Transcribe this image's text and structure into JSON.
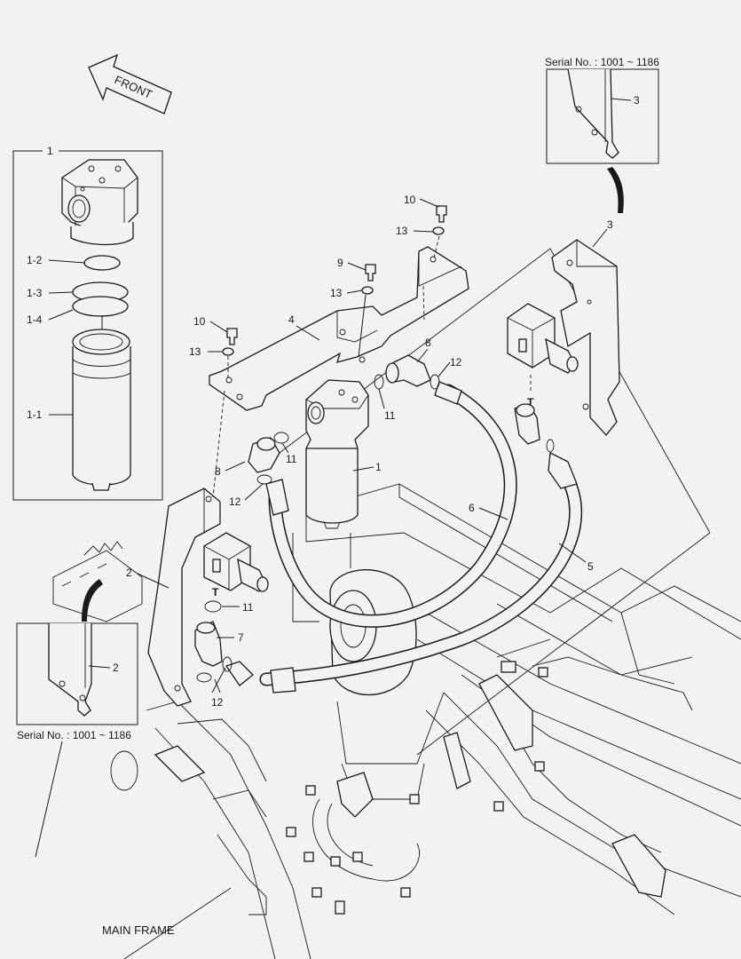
{
  "front_label": "FRONT",
  "main_frame_label": "MAIN FRAME",
  "tank_marks": [
    "T",
    "T"
  ],
  "insets": {
    "top_right": {
      "serial": "Serial No. : 1001 ~ 1186",
      "part": "3"
    },
    "bottom_left": {
      "serial": "Serial No. : 1001 ~ 1186",
      "part": "2"
    },
    "filter_detail": {
      "part": "1",
      "callouts": [
        "1-2",
        "1-3",
        "1-4",
        "1-1"
      ]
    }
  },
  "callouts": {
    "c10a": "10",
    "c13a": "13",
    "c9": "9",
    "c13b": "13",
    "c10b": "10",
    "c13c": "13",
    "c4": "4",
    "c3": "3",
    "c8a": "8",
    "c12a": "12",
    "c11a": "11",
    "c11b": "11",
    "c8b": "8",
    "c1": "1",
    "c12b": "12",
    "c6": "6",
    "c5": "5",
    "c2": "2",
    "c11c": "11",
    "c7": "7",
    "c12c": "12"
  }
}
